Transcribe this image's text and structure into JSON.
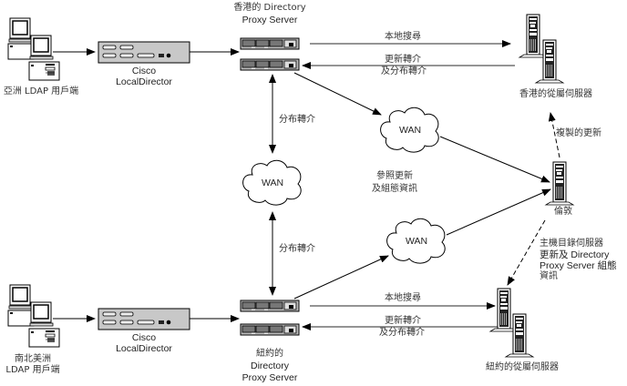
{
  "clients": {
    "asia": {
      "label": "亞洲 LDAP 用戶端"
    },
    "americas": {
      "line1": "南北美洲",
      "line2": "LDAP 用戶端"
    }
  },
  "load_balancers": {
    "top": {
      "line1": "Cisco",
      "line2": "LocalDirector"
    },
    "bottom": {
      "line1": "Cisco",
      "line2": "LocalDirector"
    }
  },
  "proxy_servers": {
    "hongkong": {
      "line1": "香港的 Directory",
      "line2": "Proxy Server"
    },
    "newyork": {
      "line1": "紐約的",
      "line2": "Directory",
      "line3": "Proxy Server"
    }
  },
  "servers": {
    "hongkong": {
      "label": "香港的從屬伺服器"
    },
    "london": {
      "label": "倫敦"
    },
    "newyork": {
      "label": "紐約的從屬伺服器"
    }
  },
  "clouds": {
    "center": "WAN",
    "upper_right": "WAN",
    "lower_right": "WAN"
  },
  "connections": {
    "hk_local_search": "本地搜尋",
    "hk_update_referral_1": "更新轉介",
    "hk_update_referral_2": "及分布轉介",
    "distribution_referral_top": "分布轉介",
    "distribution_referral_bottom": "分布轉介",
    "reference_update_1": "參照更新",
    "reference_update_2": "及組態資訊",
    "replicated_updates": "複製的更新",
    "master_update_1": "主機目錄伺服器",
    "master_update_2": "更新及 Directory",
    "master_update_3": "Proxy Server 組態",
    "master_update_4": "資訊",
    "ny_local_search": "本地搜尋",
    "ny_update_referral_1": "更新轉介",
    "ny_update_referral_2": "及分布轉介"
  }
}
